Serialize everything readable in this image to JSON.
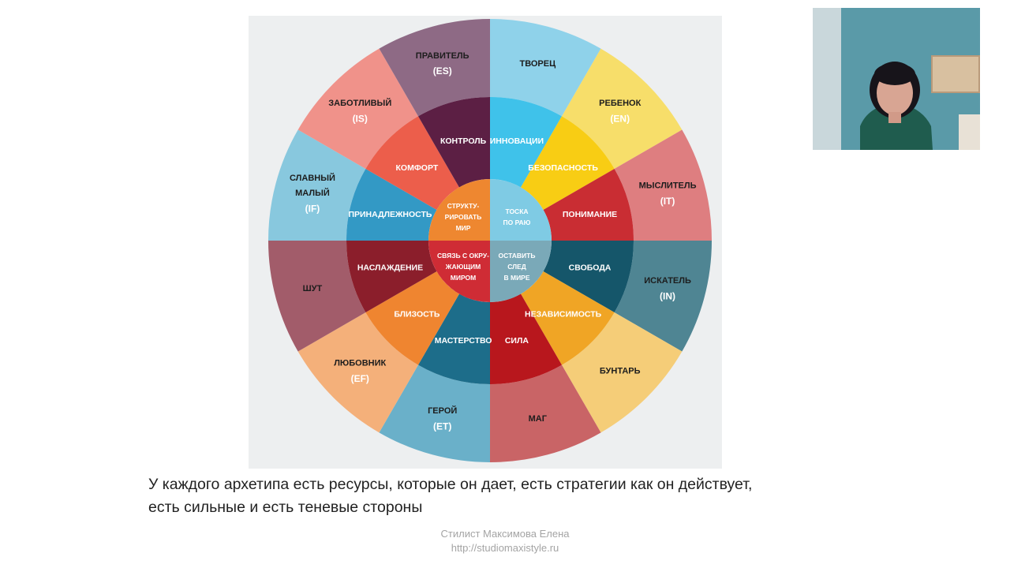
{
  "wheel": {
    "outer": [
      {
        "name": "ТВОРЕЦ",
        "code": "",
        "color": "#8fd2ea"
      },
      {
        "name": "РЕБЕНОК",
        "code": "(EN)",
        "color": "#f7de6a"
      },
      {
        "name": "МЫСЛИТЕЛЬ",
        "code": "(IT)",
        "color": "#de7e80"
      },
      {
        "name": "ИСКАТЕЛЬ",
        "code": "(IN)",
        "color": "#4f8593"
      },
      {
        "name": "БУНТАРЬ",
        "code": "",
        "color": "#f5cd78"
      },
      {
        "name": "МАГ",
        "code": "",
        "color": "#c96466"
      },
      {
        "name": "ГЕРОЙ",
        "code": "(ET)",
        "color": "#6ab0c9"
      },
      {
        "name": "ЛЮБОВНИК",
        "code": "(EF)",
        "color": "#f4b07a"
      },
      {
        "name": "ШУТ",
        "code": "",
        "color": "#a25c6a"
      },
      {
        "name": "СЛАВНЫЙ МАЛЫЙ",
        "code": "(IF)",
        "color": "#88c8de"
      },
      {
        "name": "ЗАБОТЛИВЫЙ",
        "code": "(IS)",
        "color": "#f0928a"
      },
      {
        "name": "ПРАВИТЕЛЬ",
        "code": "(ES)",
        "color": "#8e6a85"
      }
    ],
    "middle": [
      {
        "name": "ИННОВАЦИИ",
        "color": "#3fc2ea"
      },
      {
        "name": "БЕЗОПАСНОСТЬ",
        "color": "#f8cd14"
      },
      {
        "name": "ПОНИМАНИЕ",
        "color": "#c92d33"
      },
      {
        "name": "СВОБОДА",
        "color": "#15566a"
      },
      {
        "name": "НЕЗАВИСИМОСТЬ",
        "color": "#f0a525"
      },
      {
        "name": "СИЛА",
        "color": "#b8171d"
      },
      {
        "name": "МАСТЕРСТВО",
        "color": "#1d6d8a"
      },
      {
        "name": "БЛИЗОСТЬ",
        "color": "#ef8530"
      },
      {
        "name": "НАСЛАЖДЕНИЕ",
        "color": "#8b1e2b"
      },
      {
        "name": "ПРИНАДЛЕЖНОСТЬ",
        "color": "#3399c5"
      },
      {
        "name": "КОМФОРТ",
        "color": "#ec5e4b"
      },
      {
        "name": "КОНТРОЛЬ",
        "color": "#5c1f44"
      }
    ],
    "inner": [
      {
        "lines": [
          "СТРУКТУ-",
          "РИРОВАТЬ",
          "МИР"
        ],
        "color": "#ee8730"
      },
      {
        "lines": [
          "ТОСКА",
          "ПО РАЮ"
        ],
        "color": "#7fcbe4"
      },
      {
        "lines": [
          "ОСТАВИТЬ",
          "СЛЕД",
          "В МИРЕ"
        ],
        "color": "#7aa9b8"
      },
      {
        "lines": [
          "СВЯЗЬ С ОКРУ-",
          "ЖАЮЩИМ",
          "МИРОМ"
        ],
        "color": "#cf2c35"
      }
    ]
  },
  "caption": {
    "line1": "У каждого архетипа есть ресурсы, которые он дает, есть стратегии как он действует,",
    "line2": "есть сильные и есть теневые стороны"
  },
  "footer": {
    "name": "Стилист Максимова Елена",
    "url": "http://studiomaxistyle.ru"
  }
}
